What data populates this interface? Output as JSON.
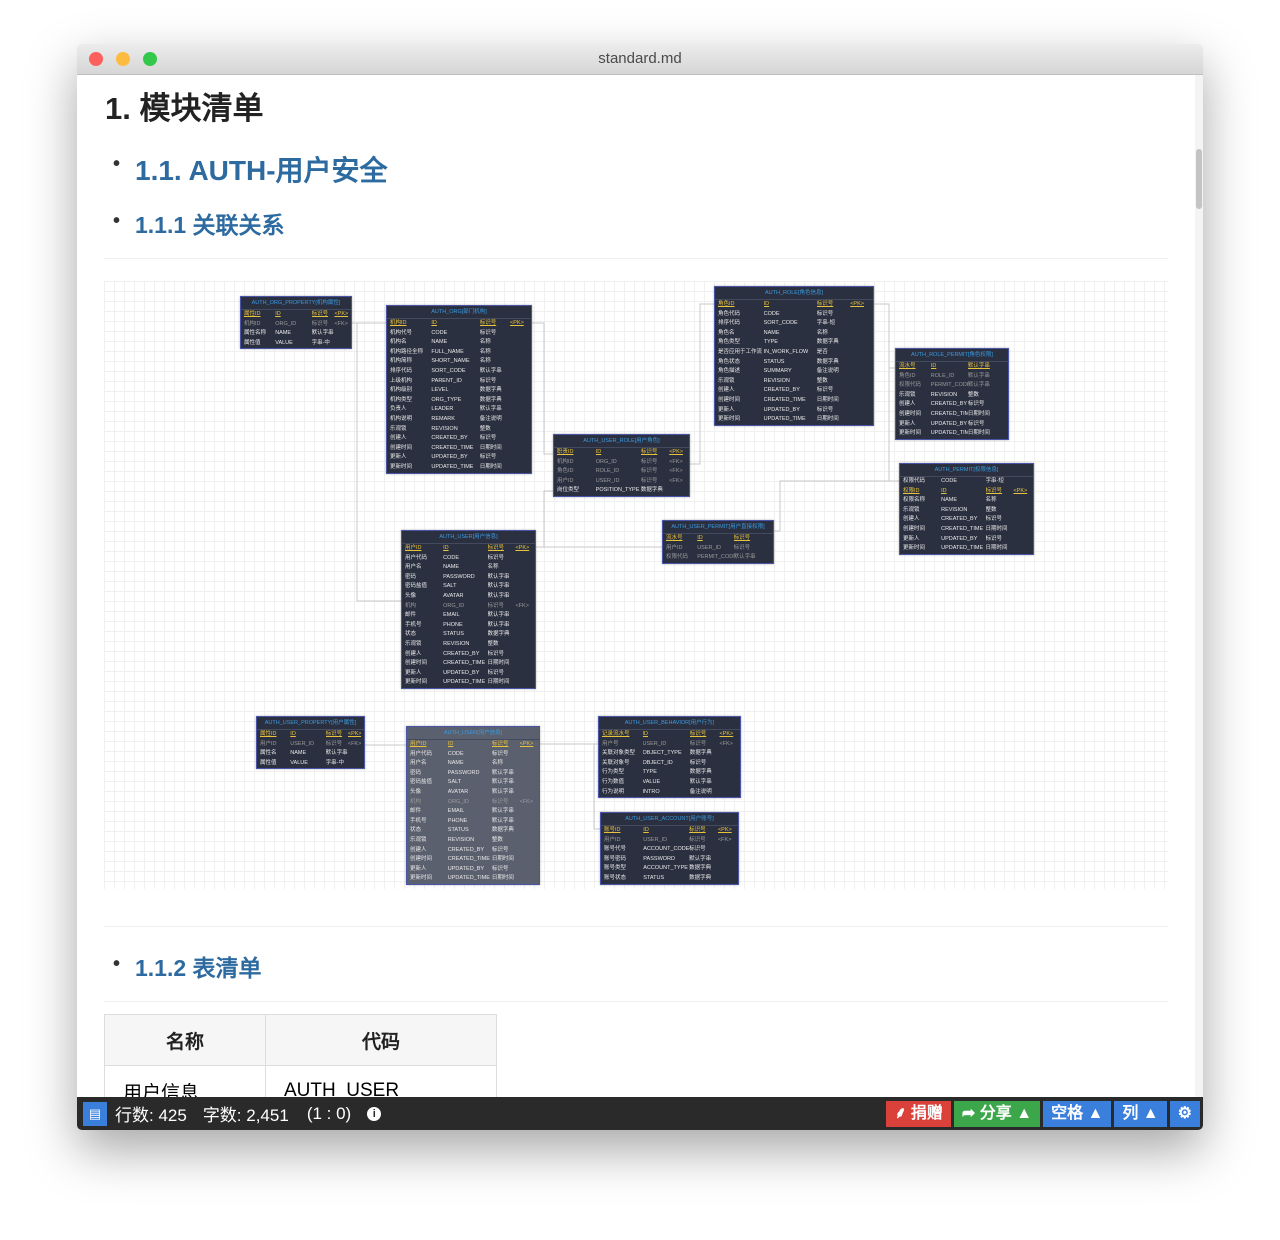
{
  "window": {
    "title": "standard.md"
  },
  "doc": {
    "h1": "1. 模块清单",
    "h2": "1.1. AUTH-用户安全",
    "h3a": "1.1.1 关联关系",
    "h3b": "1.1.2 表清单",
    "table": {
      "headers": [
        "名称",
        "代码"
      ],
      "rows": [
        [
          "用户信息",
          "AUTH_USER"
        ]
      ]
    }
  },
  "diagram": {
    "tables": [
      {
        "title": "AUTH_ORG_PROPERTY[机构属性]",
        "rows": [
          [
            "属性ID",
            "ID",
            "标识号",
            "<PK>",
            "pk"
          ],
          [
            "机构ID",
            "ORG_ID",
            "标识号",
            "<FK>",
            "fk"
          ],
          [
            "属性名称",
            "NAME",
            "默认字串",
            "",
            ""
          ],
          [
            "属性值",
            "VALUE",
            "字串-中",
            "",
            ""
          ]
        ]
      },
      {
        "title": "AUTH_ORG[部门机构]",
        "rows": [
          [
            "机构ID",
            "ID",
            "标识号",
            "<PK>",
            "pk"
          ],
          [
            "机构代号",
            "CODE",
            "标识号",
            "",
            ""
          ],
          [
            "机构名",
            "NAME",
            "名称",
            "",
            ""
          ],
          [
            "机构路径全称",
            "FULL_NAME",
            "名称",
            "",
            ""
          ],
          [
            "机构简称",
            "SHORT_NAME",
            "名称",
            "",
            ""
          ],
          [
            "排序代码",
            "SORT_CODE",
            "默认字串",
            "",
            ""
          ],
          [
            "上级机构",
            "PARENT_ID",
            "标识号",
            "",
            ""
          ],
          [
            "机构级别",
            "LEVEL",
            "数据字典",
            "",
            ""
          ],
          [
            "机构类型",
            "ORG_TYPE",
            "数据字典",
            "",
            ""
          ],
          [
            "负责人",
            "LEADER",
            "默认字串",
            "",
            ""
          ],
          [
            "机构说明",
            "REMARK",
            "备注说明",
            "",
            ""
          ],
          [
            "乐观锁",
            "REVISION",
            "整数",
            "",
            ""
          ],
          [
            "创建人",
            "CREATED_BY",
            "标识号",
            "",
            ""
          ],
          [
            "创建时间",
            "CREATED_TIME",
            "日期时间",
            "",
            ""
          ],
          [
            "更新人",
            "UPDATED_BY",
            "标识号",
            "",
            ""
          ],
          [
            "更新时间",
            "UPDATED_TIME",
            "日期时间",
            "",
            ""
          ]
        ]
      },
      {
        "title": "AUTH_ROLE[角色信息]",
        "rows": [
          [
            "角色ID",
            "ID",
            "标识号",
            "<PK>",
            "pk"
          ],
          [
            "角色代码",
            "CODE",
            "标识号",
            "",
            ""
          ],
          [
            "排序代码",
            "SORT_CODE",
            "字串-短",
            "",
            ""
          ],
          [
            "角色名",
            "NAME",
            "名称",
            "",
            ""
          ],
          [
            "角色类型",
            "TYPE",
            "数据字典",
            "",
            ""
          ],
          [
            "是否应用于工作流",
            "IN_WORK_FLOW",
            "是否",
            "",
            ""
          ],
          [
            "角色状态",
            "STATUS",
            "数据字典",
            "",
            ""
          ],
          [
            "角色描述",
            "SUMMARY",
            "备注说明",
            "",
            ""
          ],
          [
            "乐观锁",
            "REVISION",
            "整数",
            "",
            ""
          ],
          [
            "创建人",
            "CREATED_BY",
            "标识号",
            "",
            ""
          ],
          [
            "创建时间",
            "CREATED_TIME",
            "日期时间",
            "",
            ""
          ],
          [
            "更新人",
            "UPDATED_BY",
            "标识号",
            "",
            ""
          ],
          [
            "更新时间",
            "UPDATED_TIME",
            "日期时间",
            "",
            ""
          ]
        ]
      },
      {
        "title": "AUTH_ROLE_PERMIT[角色权限]",
        "rows": [
          [
            "流水号",
            "ID",
            "默认字串",
            "",
            "pk"
          ],
          [
            "角色ID",
            "ROLE_ID",
            "默认字串",
            "",
            "fk"
          ],
          [
            "权限代码",
            "PERMIT_CODE",
            "默认字串",
            "",
            "fk"
          ],
          [
            "乐观锁",
            "REVISION",
            "整数",
            "",
            ""
          ],
          [
            "创建人",
            "CREATED_BY",
            "标识号",
            "",
            ""
          ],
          [
            "创建时间",
            "CREATED_TIME",
            "日期时间",
            "",
            ""
          ],
          [
            "更新人",
            "UPDATED_BY",
            "标识号",
            "",
            ""
          ],
          [
            "更新时间",
            "UPDATED_TIME",
            "日期时间",
            "",
            ""
          ]
        ]
      },
      {
        "title": "AUTH_USER_ROLE[用户角色]",
        "rows": [
          [
            "职责ID",
            "ID",
            "标识号",
            "<PK>",
            "pk"
          ],
          [
            "机构ID",
            "ORG_ID",
            "标识号",
            "<FK>",
            "fk"
          ],
          [
            "角色ID",
            "ROLE_ID",
            "标识号",
            "<FK>",
            "fk"
          ],
          [
            "用户ID",
            "USER_ID",
            "标识号",
            "<FK>",
            "fk"
          ],
          [
            "岗位类型",
            "POSITION_TYPE",
            "数据字典",
            "",
            ""
          ]
        ]
      },
      {
        "title": "AUTH_PERMIT[权限信息]",
        "rows": [
          [
            "权限代码",
            "CODE",
            "字串-短",
            "",
            ""
          ],
          [
            "权限ID",
            "ID",
            "标识号",
            "<PK>",
            "pk"
          ],
          [
            "权限名称",
            "NAME",
            "名称",
            "",
            ""
          ],
          [
            "乐观锁",
            "REVISION",
            "整数",
            "",
            ""
          ],
          [
            "创建人",
            "CREATED_BY",
            "标识号",
            "",
            ""
          ],
          [
            "创建时间",
            "CREATED_TIME",
            "日期时间",
            "",
            ""
          ],
          [
            "更新人",
            "UPDATED_BY",
            "标识号",
            "",
            ""
          ],
          [
            "更新时间",
            "UPDATED_TIME",
            "日期时间",
            "",
            ""
          ]
        ]
      },
      {
        "title": "AUTH_USER_PERMIT[用户直接权限]",
        "rows": [
          [
            "流水号",
            "ID",
            "标识号",
            "",
            "pk"
          ],
          [
            "用户ID",
            "USER_ID",
            "标识号",
            "",
            "fk"
          ],
          [
            "权限代码",
            "PERMIT_CODE",
            "默认字串",
            "",
            "fk"
          ]
        ]
      },
      {
        "title": "AUTH_USER[用户信息]",
        "rows": [
          [
            "用户ID",
            "ID",
            "标识号",
            "<PK>",
            "pk"
          ],
          [
            "用户代码",
            "CODE",
            "标识号",
            "",
            ""
          ],
          [
            "用户名",
            "NAME",
            "名称",
            "",
            ""
          ],
          [
            "密码",
            "PASSWORD",
            "默认字串",
            "",
            ""
          ],
          [
            "密码盐值",
            "SALT",
            "默认字串",
            "",
            ""
          ],
          [
            "头像",
            "AVATAR",
            "默认字串",
            "",
            ""
          ],
          [
            "机构",
            "ORG_ID",
            "标识号",
            "<FK>",
            "fk"
          ],
          [
            "邮件",
            "EMAIL",
            "默认字串",
            "",
            ""
          ],
          [
            "手机号",
            "PHONE",
            "默认字串",
            "",
            ""
          ],
          [
            "状态",
            "STATUS",
            "数据字典",
            "",
            ""
          ],
          [
            "乐观锁",
            "REVISION",
            "整数",
            "",
            ""
          ],
          [
            "创建人",
            "CREATED_BY",
            "标识号",
            "",
            ""
          ],
          [
            "创建时间",
            "CREATED_TIME",
            "日期时间",
            "",
            ""
          ],
          [
            "更新人",
            "UPDATED_BY",
            "标识号",
            "",
            ""
          ],
          [
            "更新时间",
            "UPDATED_TIME",
            "日期时间",
            "",
            ""
          ]
        ]
      },
      {
        "title": "AUTH_USER_PROPERTY[用户属性]",
        "rows": [
          [
            "属性ID",
            "ID",
            "标识号",
            "<PK>",
            "pk"
          ],
          [
            "用户ID",
            "USER_ID",
            "标识号",
            "<FK>",
            "fk"
          ],
          [
            "属性名",
            "NAME",
            "默认字串",
            "",
            ""
          ],
          [
            "属性值",
            "VALUE",
            "字串-中",
            "",
            ""
          ]
        ]
      },
      {
        "title": "AUTH_USER[用户信息]",
        "rows": [
          [
            "用户ID",
            "ID",
            "标识号",
            "<PK>",
            "pk"
          ],
          [
            "用户代码",
            "CODE",
            "标识号",
            "",
            ""
          ],
          [
            "用户名",
            "NAME",
            "名称",
            "",
            ""
          ],
          [
            "密码",
            "PASSWORD",
            "默认字串",
            "",
            ""
          ],
          [
            "密码盐值",
            "SALT",
            "默认字串",
            "",
            ""
          ],
          [
            "头像",
            "AVATAR",
            "默认字串",
            "",
            ""
          ],
          [
            "机构",
            "ORG_ID",
            "标识号",
            "<FK>",
            "fk"
          ],
          [
            "邮件",
            "EMAIL",
            "默认字串",
            "",
            ""
          ],
          [
            "手机号",
            "PHONE",
            "默认字串",
            "",
            ""
          ],
          [
            "状态",
            "STATUS",
            "数据字典",
            "",
            ""
          ],
          [
            "乐观锁",
            "REVISION",
            "整数",
            "",
            ""
          ],
          [
            "创建人",
            "CREATED_BY",
            "标识号",
            "",
            ""
          ],
          [
            "创建时间",
            "CREATED_TIME",
            "日期时间",
            "",
            ""
          ],
          [
            "更新人",
            "UPDATED_BY",
            "标识号",
            "",
            ""
          ],
          [
            "更新时间",
            "UPDATED_TIME",
            "日期时间",
            "",
            ""
          ]
        ]
      },
      {
        "title": "AUTH_USER_BEHAVIOR[用户行为]",
        "rows": [
          [
            "记录流水号",
            "ID",
            "标识号",
            "<PK>",
            "pk"
          ],
          [
            "用户号",
            "USER_ID",
            "标识号",
            "<FK>",
            "fk"
          ],
          [
            "关联对象类型",
            "OBJECT_TYPE",
            "数据字典",
            "",
            ""
          ],
          [
            "关联对象号",
            "OBJECT_ID",
            "标识号",
            "",
            ""
          ],
          [
            "行为类型",
            "TYPE",
            "数据字典",
            "",
            ""
          ],
          [
            "行为数值",
            "VALUE",
            "默认字串",
            "",
            ""
          ],
          [
            "行为说明",
            "INTRO",
            "备注说明",
            "",
            ""
          ]
        ]
      },
      {
        "title": "AUTH_USER_ACCOUNT[用户账号]",
        "rows": [
          [
            "账号ID",
            "ID",
            "标识号",
            "<PK>",
            "pk"
          ],
          [
            "用户ID",
            "USER_ID",
            "标识号",
            "<FK>",
            "fk"
          ],
          [
            "账号代号",
            "ACCOUNT_CODE",
            "标识号",
            "",
            ""
          ],
          [
            "账号密码",
            "PASSWORD",
            "默认字串",
            "",
            ""
          ],
          [
            "账号类型",
            "ACCOUNT_TYPE",
            "数据字典",
            "",
            ""
          ],
          [
            "账号状态",
            "STATUS",
            "数据字典",
            "",
            ""
          ]
        ]
      }
    ]
  },
  "status": {
    "lines": "行数: 425",
    "chars": "字数: 2,451",
    "cursor": "(1 : 0)",
    "donate": "捐赠",
    "share": "分享 ▲",
    "space": "空格 ▲",
    "cols": "列 ▲",
    "colors": {
      "donate": "#d9413a",
      "share": "#3ca64a",
      "blue": "#3b7fdd"
    }
  }
}
